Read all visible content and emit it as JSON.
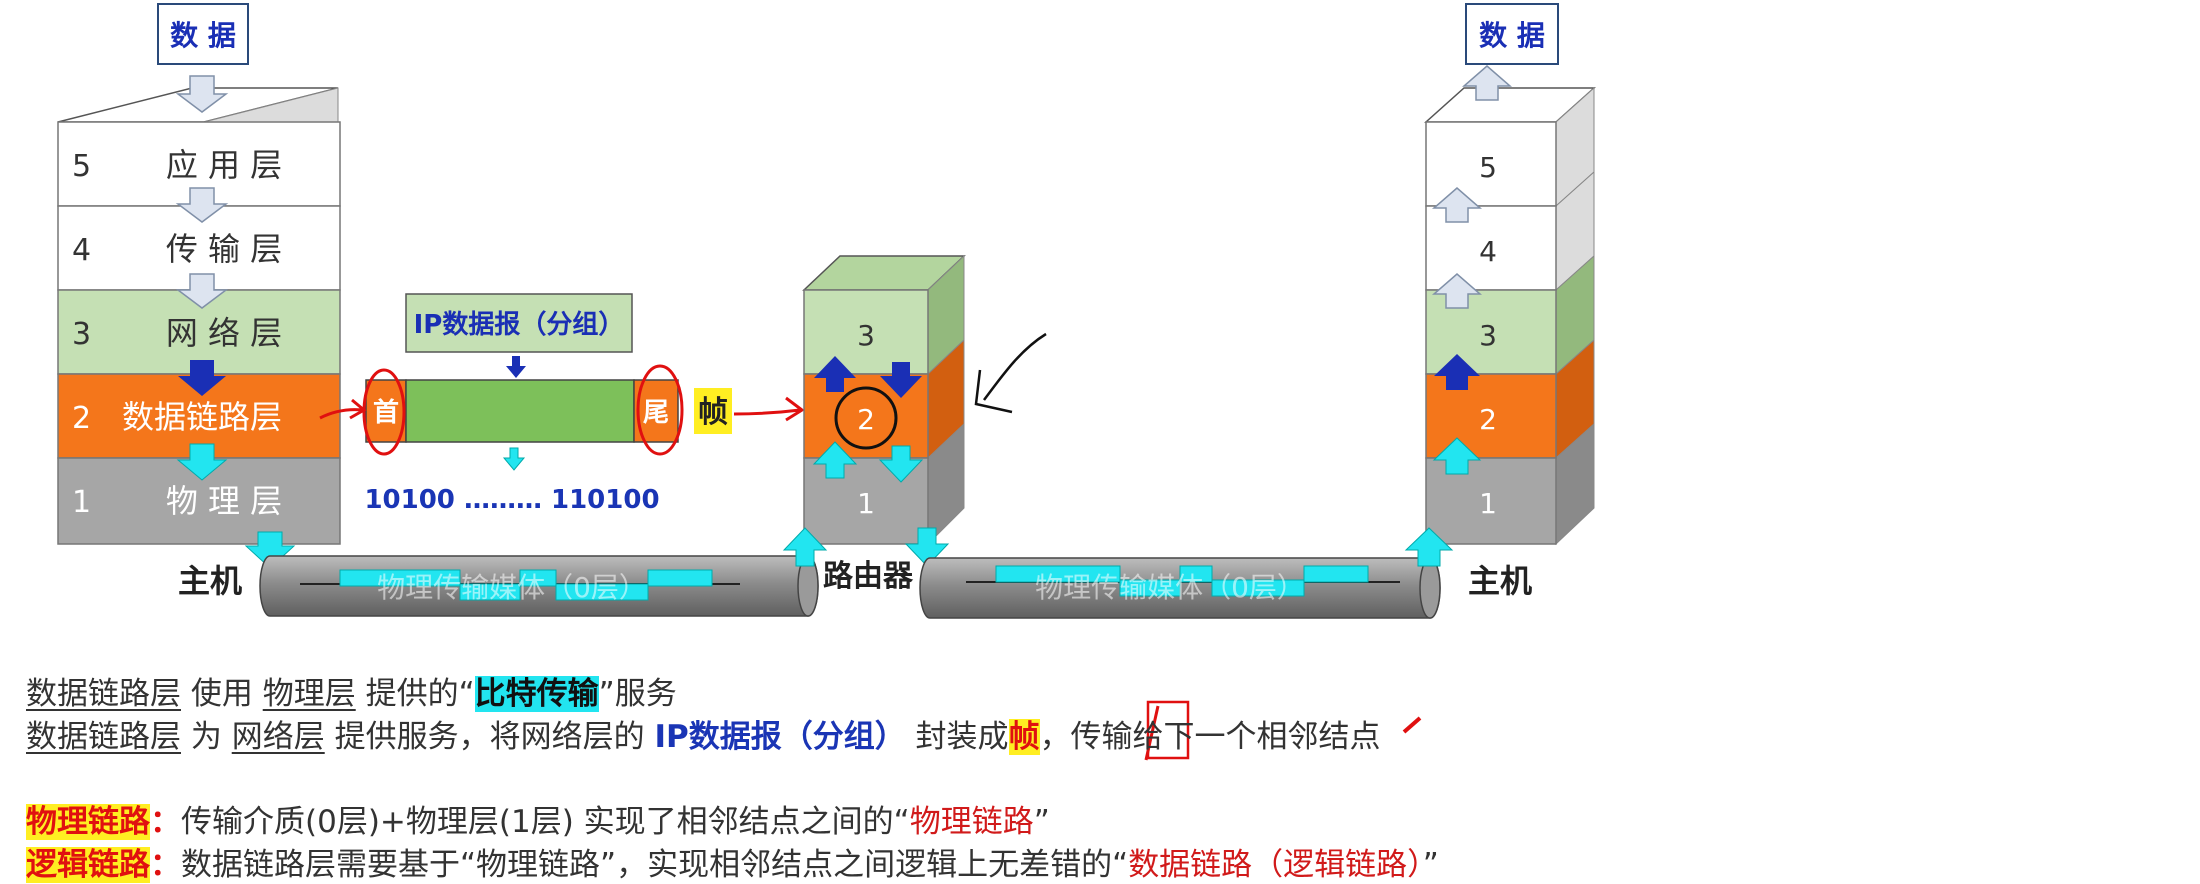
{
  "left_host": {
    "data_label": "数 据",
    "layers": [
      {
        "num": "5",
        "name": "应 用 层"
      },
      {
        "num": "4",
        "name": "传 输 层"
      },
      {
        "num": "3",
        "name": "网 络 层"
      },
      {
        "num": "2",
        "name": "数据链路层"
      },
      {
        "num": "1",
        "name": "物 理 层"
      }
    ],
    "label": "主机"
  },
  "right_host": {
    "data_label": "数 据",
    "layers": [
      "5",
      "4",
      "3",
      "2",
      "1"
    ],
    "label": "主机"
  },
  "router": {
    "layers": [
      "3",
      "2",
      "1"
    ],
    "label": "路由器"
  },
  "frame": {
    "packet_label": "IP数据报（分组）",
    "head": "首",
    "tail": "尾",
    "frame_label": "帧",
    "bits": "10100 ……… 110100"
  },
  "media": {
    "left": "物理传输媒体（0层）",
    "right": "物理传输媒体（0层）"
  },
  "notes": {
    "line1": {
      "dll": "数据链路层",
      "uses": " 使用 ",
      "phy": "物理层",
      "provides": " 提供的“",
      "bit": "比特传输",
      "service": "”服务"
    },
    "line2": {
      "dll": "数据链路层",
      "for": " 为 ",
      "net": "网络层",
      "provide": " 提供服务，将网络层的 ",
      "ip": "IP数据报（分组）",
      "encap": " 封装成",
      "frame": "帧",
      "rest": "，传输给下一个相邻结点"
    },
    "phys_link": {
      "label": "物理链路",
      "colon": "：",
      "text": "传输介质(0层)+物理层(1层) 实现了相邻结点之间的“",
      "red": "物理链路",
      "end": "”"
    },
    "logic_link": {
      "label": "逻辑链路",
      "colon": "：",
      "text": "数据链路层需要基于“物理链路”，实现相邻结点之间逻辑上无差错的“",
      "red": "数据链路（逻辑链路）",
      "end": "”"
    }
  },
  "colors": {
    "layer5": "#ffffff",
    "layer4": "#ffffff",
    "layer3": "#c5e0b4",
    "layer2": "#f4761b",
    "layer1": "#a6a6a6",
    "side3": "#93b97d",
    "side2": "#d25f10",
    "side1": "#8a8a8a",
    "top": "#ffffff",
    "cyan": "#22e5f0",
    "navy": "#1a2fb5",
    "green_packet": "#7dc05a",
    "ann_red": "#e01010"
  }
}
